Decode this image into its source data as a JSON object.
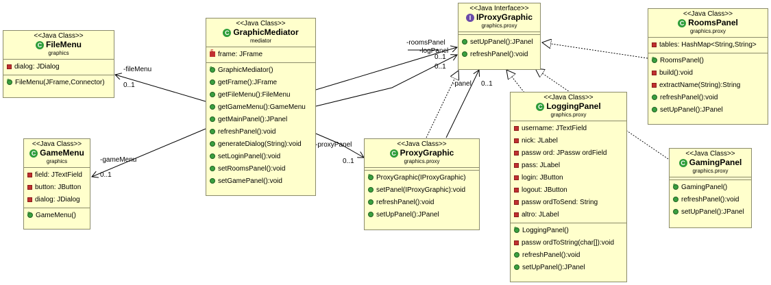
{
  "classes": {
    "filemenu": {
      "stereotype": "<<Java Class>>",
      "name": "FileMenu",
      "package": "graphics",
      "fields": [
        "dialog: JDialog"
      ],
      "methods": [
        "FileMenu(JFrame,Connector)"
      ]
    },
    "gamemenu": {
      "stereotype": "<<Java Class>>",
      "name": "GameMenu",
      "package": "graphics",
      "fields": [
        "field: JTextField",
        "button: JButton",
        "dialog: JDialog"
      ],
      "methods": [
        "GameMenu()"
      ]
    },
    "mediator": {
      "stereotype": "<<Java Class>>",
      "name": "GraphicMediator",
      "package": "mediator",
      "fields": [
        "frame: JFrame"
      ],
      "methods": [
        "GraphicMediator()",
        "getFrame():JFrame",
        "getFileMenu():FileMenu",
        "getGameMenu():GameMenu",
        "getMainPanel():JPanel",
        "refreshPanel():void",
        "generateDialog(String):void",
        "setLoginPanel():void",
        "setRoomsPanel():void",
        "setGamePanel():void"
      ]
    },
    "iproxy": {
      "stereotype": "<<Java Interface>>",
      "name": "IProxyGraphic",
      "package": "graphics.proxy",
      "methods": [
        "setUpPanel():JPanel",
        "refreshPanel():void"
      ]
    },
    "proxy": {
      "stereotype": "<<Java Class>>",
      "name": "ProxyGraphic",
      "package": "graphics.proxy",
      "methods": [
        "ProxyGraphic(IProxyGraphic)",
        "setPanel(IProxyGraphic):void",
        "refreshPanel():void",
        "setUpPanel():JPanel"
      ]
    },
    "logging": {
      "stereotype": "<<Java Class>>",
      "name": "LoggingPanel",
      "package": "graphics.proxy",
      "fields": [
        "username: JTextField",
        "nick: JLabel",
        "passw ord: JPassw ordField",
        "pass: JLabel",
        "login: JButton",
        "logout: JButton",
        "passw ordToSend: String",
        "altro: JLabel"
      ],
      "methods": [
        "LoggingPanel()",
        "passw ordToString(char[]):void",
        "refreshPanel():void",
        "setUpPanel():JPanel"
      ]
    },
    "rooms": {
      "stereotype": "<<Java Class>>",
      "name": "RoomsPanel",
      "package": "graphics.proxy",
      "fields": [
        "tables: HashMap<String,String>"
      ],
      "methods": [
        "RoomsPanel()",
        "build():void",
        "extractName(String):String",
        "refreshPanel():void",
        "setUpPanel():JPanel"
      ]
    },
    "gaming": {
      "stereotype": "<<Java Class>>",
      "name": "GamingPanel",
      "package": "graphics.proxy",
      "methods": [
        "GamingPanel()",
        "refreshPanel():void",
        "setUpPanel():JPanel"
      ]
    }
  },
  "labels": {
    "fileMenu_role": "-fileMenu",
    "fileMenu_mult": "0..1",
    "gameMenu_role": "-gameMenu",
    "gameMenu_mult": "0..1",
    "roomsPanel_role": "-roomsPanel",
    "logPanel_role": "-logPanel",
    "roomsPanel_mult": "0..1",
    "logPanel_mult": "0..1",
    "proxyPanel_role": "-proxyPanel",
    "proxyPanel_mult": "0..1",
    "panel_role": "-panel",
    "panel_mult": "0..1"
  }
}
